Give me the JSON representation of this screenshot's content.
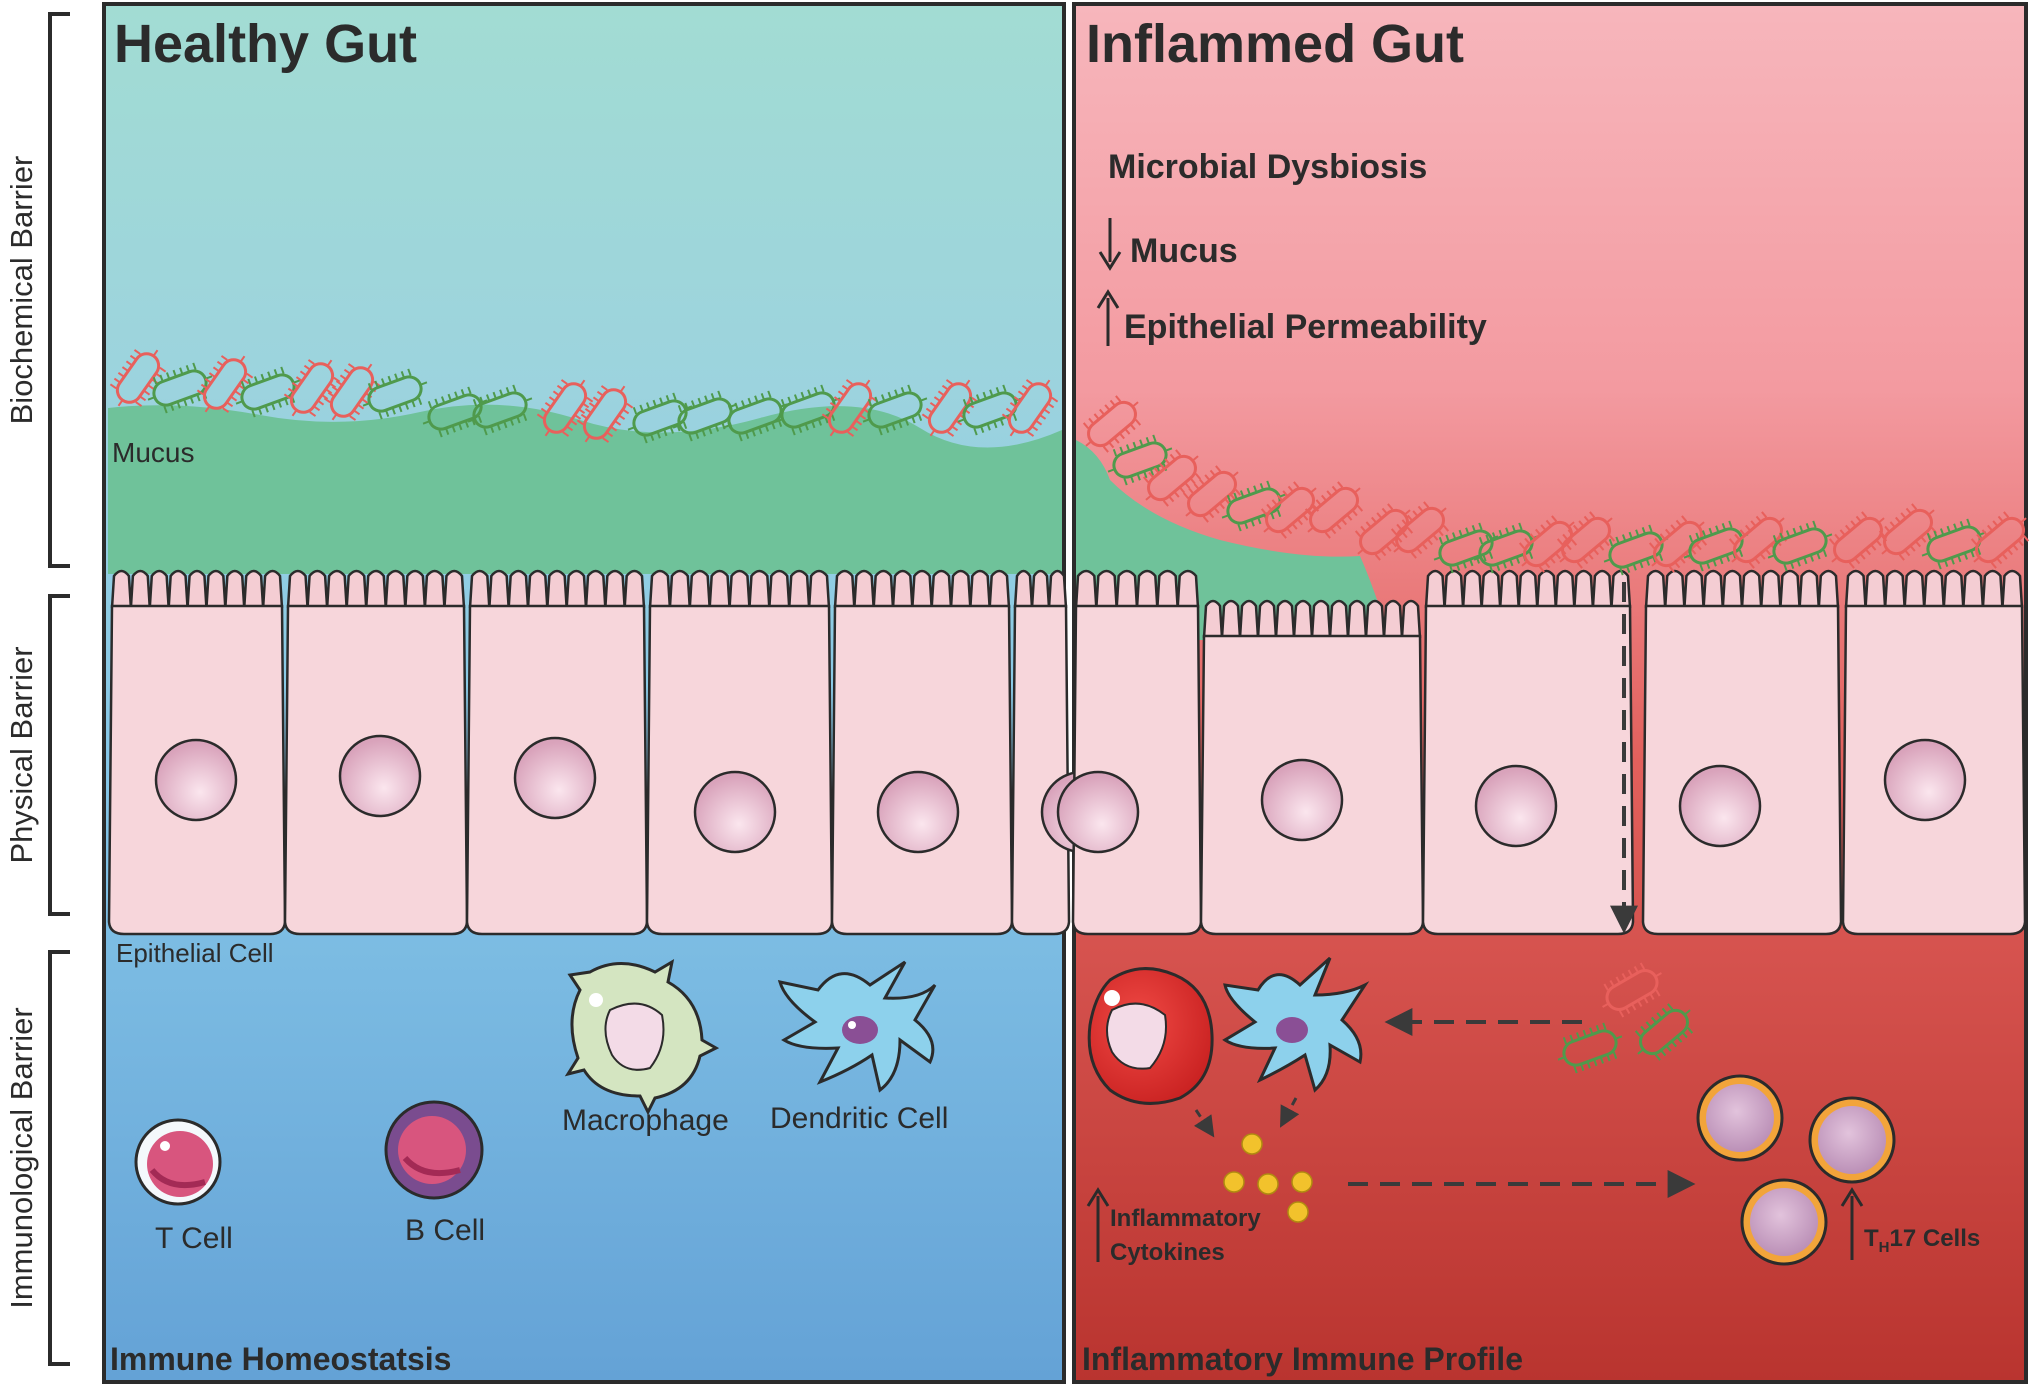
{
  "side_labels": {
    "biochemical": "Biochemical Barrier",
    "physical": "Physical Barrier",
    "immunological": "Immunological Barrier"
  },
  "healthy": {
    "title": "Healthy Gut",
    "mucus_label": "Mucus",
    "epithelial_label": "Epithelial Cell",
    "t_cell": "T Cell",
    "b_cell": "B Cell",
    "macrophage": "Macrophage",
    "dendritic": "Dendritic Cell",
    "footer": "Immune Homeostatsis"
  },
  "inflamed": {
    "title": "Inflammed Gut",
    "dysbiosis": "Microbial Dysbiosis",
    "mucus": "Mucus",
    "permeability": "Epithelial Permeability",
    "cytokines_line1": "Inflammatory",
    "cytokines_line2": "Cytokines",
    "th17_t": "T",
    "th17_sub": "H",
    "th17_rest": "17 Cells",
    "footer": "Inflammatory Immune Profile"
  },
  "colors": {
    "healthy_top": "#9fd9d2",
    "healthy_bottom": "#6aa8d9",
    "inflamed_top": "#f6b1b8",
    "inflamed_bottom": "#c23b34",
    "mucus": "#6fc29a",
    "epithelium": "#f4cdd3",
    "bacteria_red": "#e8605c",
    "bacteria_green": "#4f9a4c"
  }
}
